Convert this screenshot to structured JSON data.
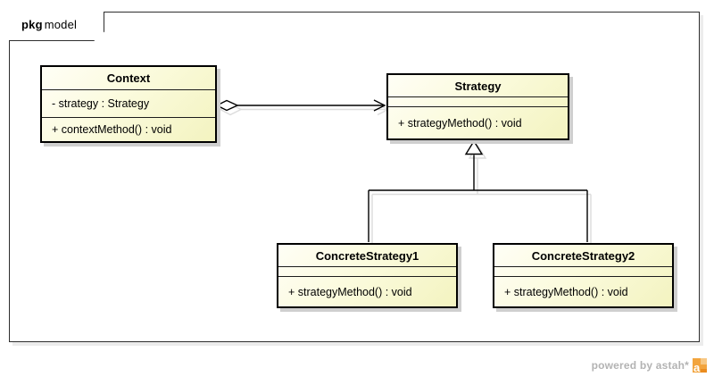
{
  "frame": {
    "keyword": "pkg",
    "name": "model"
  },
  "classes": [
    {
      "name": "Context",
      "attributes": [
        "- strategy : Strategy"
      ],
      "operations": [
        "+ contextMethod() : void"
      ]
    },
    {
      "name": "Strategy",
      "attributes": [],
      "operations": [
        "+ strategyMethod() : void"
      ]
    },
    {
      "name": "ConcreteStrategy1",
      "attributes": [],
      "operations": [
        "+ strategyMethod() : void"
      ]
    },
    {
      "name": "ConcreteStrategy2",
      "attributes": [],
      "operations": [
        "+ strategyMethod() : void"
      ]
    }
  ],
  "relationships": [
    {
      "type": "aggregation",
      "from": "Context",
      "to": "Strategy"
    },
    {
      "type": "generalization",
      "from": "ConcreteStrategy1",
      "to": "Strategy"
    },
    {
      "type": "generalization",
      "from": "ConcreteStrategy2",
      "to": "Strategy"
    }
  ],
  "watermark": {
    "text": "powered by astah*",
    "logo_letter": "a"
  },
  "colors": {
    "class_fill_top": "#FFFEF6",
    "class_fill_bottom": "#F3F3C0",
    "class_border": "#000000",
    "class_shadow": "#CFCFCF",
    "frame_border": "#2E2E2E",
    "line_shadow": "#DCDCDC",
    "watermark_text": "#B3B3B3",
    "logo_orange": "#F2A43D"
  }
}
